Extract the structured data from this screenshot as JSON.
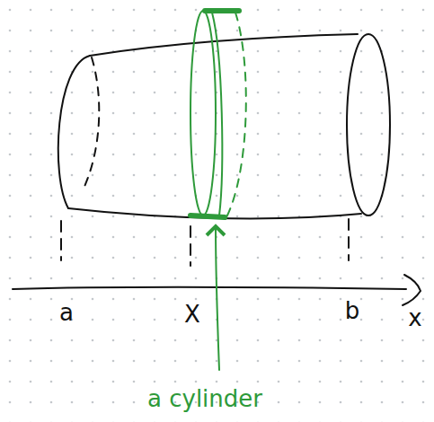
{
  "diagram": {
    "labels": [
      "a",
      "X",
      "b",
      "x",
      "a cylinder"
    ]
  }
}
